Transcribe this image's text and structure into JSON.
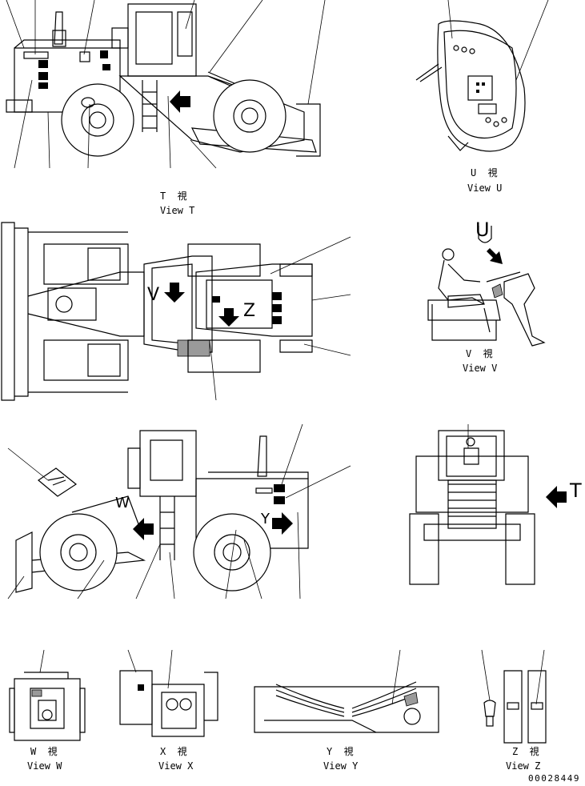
{
  "labels": {
    "view_t_jp": "T  視",
    "view_t_en": "View T",
    "view_u_jp": "U  視",
    "view_u_en": "View U",
    "view_v_jp": "V  視",
    "view_v_en": "View V",
    "view_w_jp": "W  視",
    "view_w_en": "View W",
    "view_x_jp": "X  視",
    "view_x_en": "View X",
    "view_y_jp": "Y  視",
    "view_y_en": "View Y",
    "view_z_jp": "Z  視",
    "view_z_en": "View Z",
    "marker_u": "U",
    "marker_t": "T",
    "marker_v": "V",
    "marker_z": "Z",
    "marker_w": "W",
    "marker_y": "Y"
  },
  "drawing_number": "00028449"
}
